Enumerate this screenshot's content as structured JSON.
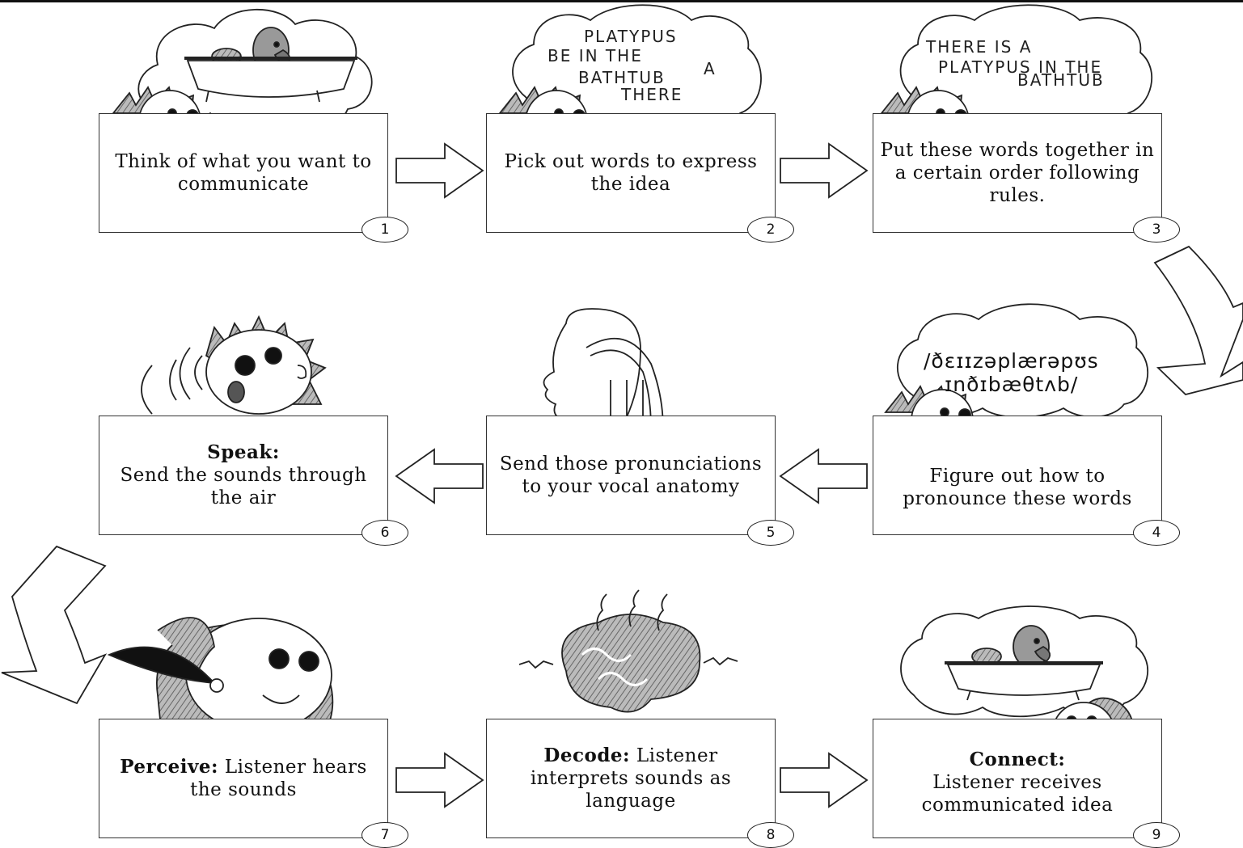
{
  "steps": [
    {
      "number": "1",
      "bold": "",
      "text": "Think of what you want to communicate"
    },
    {
      "number": "2",
      "bold": "",
      "text": "Pick out words to express the idea"
    },
    {
      "number": "3",
      "bold": "",
      "text": "Put these words together in a certain order following rules."
    },
    {
      "number": "4",
      "bold": "",
      "text": "Figure out how to pronounce these words"
    },
    {
      "number": "5",
      "bold": "",
      "text": "Send those pronunciations to your vocal anatomy"
    },
    {
      "number": "6",
      "bold": "Speak:",
      "text": "Send the sounds through the air"
    },
    {
      "number": "7",
      "bold": "Perceive:",
      "text": "Listener hears the sounds"
    },
    {
      "number": "8",
      "bold": "Decode:",
      "text": "Listener interprets sounds as language"
    },
    {
      "number": "9",
      "bold": "Connect:",
      "text": "Listener receives communicated idea"
    }
  ],
  "bubbles": {
    "step2": [
      "PLATYPUS",
      "BE  IN  THE",
      "A",
      "BATHTUB",
      "THERE"
    ],
    "step3": [
      "THERE IS A",
      "PLATYPUS IN THE",
      "BATHTUB"
    ],
    "step4_ipa": [
      "/ðɛɪɪzəplærəpʊs",
      "ɪnðɪbæθtʌb/"
    ]
  },
  "icons": [
    "thinking-face-icon",
    "platypus-in-bathtub-icon",
    "shouting-face-icon",
    "vocal-tract-icon",
    "listener-face-icon",
    "brain-icon",
    "flow-arrow-icon"
  ]
}
